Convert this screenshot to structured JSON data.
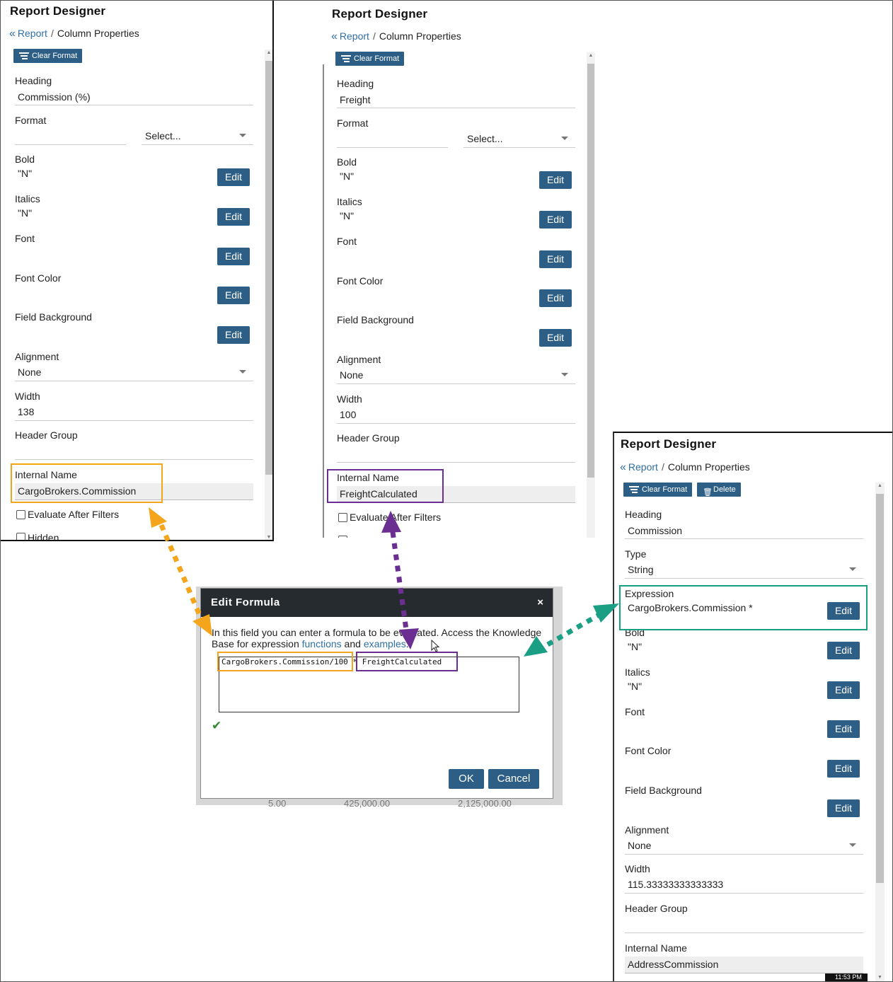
{
  "panels": {
    "left": {
      "title": "Report Designer",
      "breadcrumb": {
        "chevron": "«",
        "link": "Report",
        "sep": "/",
        "current": "Column Properties"
      },
      "toolbar": {
        "clear_format": "Clear Format"
      },
      "fields": {
        "heading_label": "Heading",
        "heading_value": "Commission (%)",
        "format_label": "Format",
        "format_select": "Select...",
        "bold_label": "Bold",
        "bold_value": "\"N\"",
        "italics_label": "Italics",
        "italics_value": "\"N\"",
        "font_label": "Font",
        "font_color_label": "Font Color",
        "field_background_label": "Field Background",
        "alignment_label": "Alignment",
        "alignment_value": "None",
        "width_label": "Width",
        "width_value": "138",
        "header_group_label": "Header Group",
        "internal_name_label": "Internal Name",
        "internal_name_value": "CargoBrokers.Commission",
        "evaluate_after_filters": "Evaluate After Filters",
        "hidden": "Hidden"
      },
      "edit_label": "Edit"
    },
    "middle": {
      "title": "Report Designer",
      "breadcrumb": {
        "chevron": "«",
        "link": "Report",
        "sep": "/",
        "current": "Column Properties"
      },
      "toolbar": {
        "clear_format": "Clear Format"
      },
      "fields": {
        "heading_label": "Heading",
        "heading_value": "Freight",
        "format_label": "Format",
        "format_select": "Select...",
        "bold_label": "Bold",
        "bold_value": "\"N\"",
        "italics_label": "Italics",
        "italics_value": "\"N\"",
        "font_label": "Font",
        "font_color_label": "Font Color",
        "field_background_label": "Field Background",
        "alignment_label": "Alignment",
        "alignment_value": "None",
        "width_label": "Width",
        "width_value": "100",
        "header_group_label": "Header Group",
        "internal_name_label": "Internal Name",
        "internal_name_value": "FreightCalculated",
        "evaluate_after_filters": "Evaluate After Filters"
      },
      "edit_label": "Edit"
    },
    "right": {
      "title": "Report Designer",
      "breadcrumb": {
        "chevron": "«",
        "link": "Report",
        "sep": "/",
        "current": "Column Properties"
      },
      "toolbar": {
        "clear_format": "Clear Format",
        "delete": "Delete"
      },
      "fields": {
        "heading_label": "Heading",
        "heading_value": "Commission",
        "type_label": "Type",
        "type_value": "String",
        "expression_label": "Expression",
        "expression_value": "CargoBrokers.Commission *",
        "bold_label": "Bold",
        "bold_value": "\"N\"",
        "italics_label": "Italics",
        "italics_value": "\"N\"",
        "font_label": "Font",
        "font_color_label": "Font Color",
        "field_background_label": "Field Background",
        "alignment_label": "Alignment",
        "alignment_value": "None",
        "width_label": "Width",
        "width_value": "115.33333333333333",
        "header_group_label": "Header Group",
        "internal_name_label": "Internal Name",
        "internal_name_value": "AddressCommission"
      },
      "edit_label": "Edit"
    }
  },
  "modal": {
    "title": "Edit Formula",
    "close": "×",
    "intro_prefix": "In this field you can enter a formula to be evaluated. Access the Knowledge Base for expression ",
    "functions_link": "functions",
    "intro_mid": " and ",
    "examples_link": "examples",
    "intro_suffix": ".",
    "formula_part1": "CargoBrokers.Commission/100",
    "formula_op": " * ",
    "formula_part2": "FreightCalculated",
    "check": "✔",
    "ok": "OK",
    "cancel": "Cancel"
  },
  "background_values": [
    "5.00",
    "425,000.00",
    "2,125,000.00"
  ],
  "clock_partial": "11:53 PM",
  "colors": {
    "button": "#2d5f86",
    "link": "#2f6fa7",
    "highlight_orange": "#f5a51b",
    "highlight_purple": "#6b2e91",
    "highlight_teal": "#1a9f85",
    "modal_header": "#262b30"
  }
}
